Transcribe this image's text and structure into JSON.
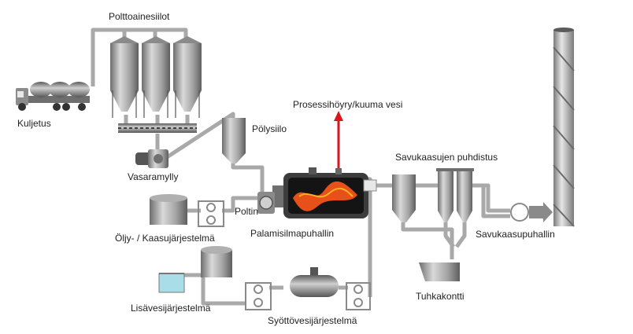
{
  "labels": {
    "polttoainesiilot": "Polttoainesiilot",
    "kuljetus": "Kuljetus",
    "polysiilo": "Pölysiilo",
    "vasaramylly": "Vasaramylly",
    "prosessihoyry": "Prosessihöyry/kuuma vesi",
    "savukaasujen_puhdistus": "Savukaasujen puhdistus",
    "poltin": "Poltin",
    "palamisilmapuhallin": "Palamisilmapuhallin",
    "oljy_kaasu": "Öljy- / Kaasujärjestelmä",
    "savukaasupuhallin": "Savukaasupuhallin",
    "tuhkakontti": "Tuhkakontti",
    "lisavesi": "Lisävesijärjestelmä",
    "syottovesi": "Syöttövesijärjestelmä"
  },
  "colors": {
    "pipe": "#a9a9a9",
    "equipment": "#9a9a9a",
    "steam_arrow": "#d8171d",
    "flame": "#e8501a",
    "water": "#a9dde8"
  }
}
